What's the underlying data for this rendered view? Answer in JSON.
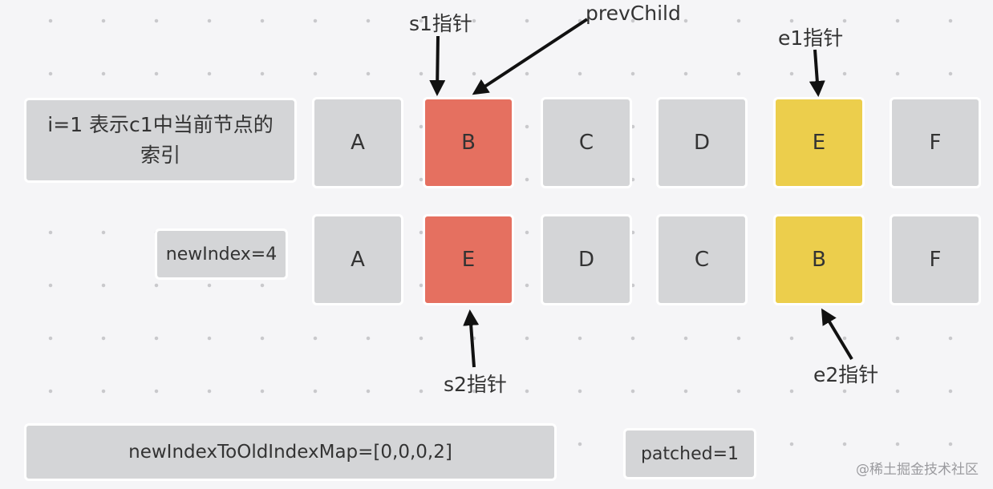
{
  "info_label": "i=1 表示c1中当前节点的索引",
  "old_row": [
    {
      "label": "A",
      "color": "#d4d5d7"
    },
    {
      "label": "B",
      "color": "#e57060"
    },
    {
      "label": "C",
      "color": "#d4d5d7"
    },
    {
      "label": "D",
      "color": "#d4d5d7"
    },
    {
      "label": "E",
      "color": "#ecce4c"
    },
    {
      "label": "F",
      "color": "#d4d5d7"
    }
  ],
  "new_row": [
    {
      "label": "A",
      "color": "#d4d5d7"
    },
    {
      "label": "E",
      "color": "#e57060"
    },
    {
      "label": "D",
      "color": "#d4d5d7"
    },
    {
      "label": "C",
      "color": "#d4d5d7"
    },
    {
      "label": "B",
      "color": "#ecce4c"
    },
    {
      "label": "F",
      "color": "#d4d5d7"
    }
  ],
  "new_index_label": "newIndex=4",
  "map_label": "newIndexToOldIndexMap=[0,0,0,2]",
  "patched_label": "patched=1",
  "pointers": {
    "s1": "s1指针",
    "prev_child": "prevChild",
    "e1": "e1指针",
    "s2": "s2指针",
    "e2": "e2指针"
  },
  "watermark": "@稀土掘金技术社区"
}
